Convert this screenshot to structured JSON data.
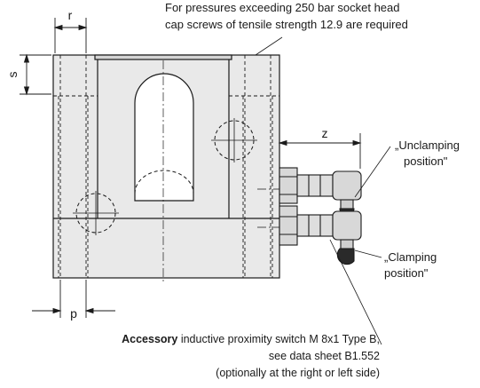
{
  "note_top": {
    "line1": "For pressures exceeding 250 bar socket head",
    "line2": "cap screws of tensile strength 12.9 are required"
  },
  "dimensions": {
    "r": "r",
    "s": "s",
    "z": "z",
    "p": "p"
  },
  "labels": {
    "unclamping": {
      "line1": "„Unclamping",
      "line2": "position\""
    },
    "clamping": {
      "line1": "„Clamping",
      "line2": "position\""
    }
  },
  "accessory": {
    "bold": "Accessory",
    "line1_rest": " inductive proximity switch M 8x1 Type B,",
    "line2": "see data sheet B1.552",
    "line3": "(optionally at the right or left side)"
  },
  "colors": {
    "body_fill": "#e9e9e9",
    "switch_fill": "#d8d8d8",
    "stroke": "#1a1a1a"
  }
}
